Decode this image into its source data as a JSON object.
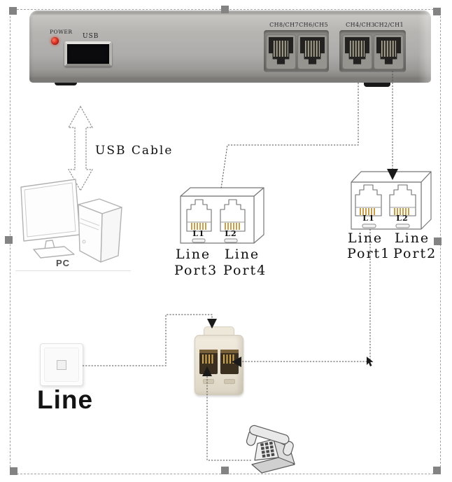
{
  "recorder": {
    "power_label": "POWER",
    "usb_label": "USB",
    "channel_labels": [
      "CH8/CH7",
      "CH6/CH5",
      "CH4/CH3",
      "CH2/CH1"
    ]
  },
  "usb_cable": {
    "label": "USB Cable"
  },
  "pc": {
    "label": "PC"
  },
  "splitter_mid": {
    "jack_labels": [
      "L1",
      "L2"
    ],
    "row1": [
      "Line",
      "Line"
    ],
    "row2": [
      "Port3",
      "Port4"
    ]
  },
  "splitter_right": {
    "jack_labels": [
      "L1",
      "L2"
    ],
    "row1": [
      "Line",
      "Line"
    ],
    "row2": [
      "Port1",
      "Port2"
    ]
  },
  "wall_jack": {
    "label": "Line"
  },
  "icons": {
    "usb_cable_arrow_icon": "double-headed vertical outline arrow",
    "pc_icon": "desktop computer with monitor and tower, line art",
    "telephone_icon": "desk telephone clip art",
    "mouse_cursor_icon": "pointer arrow",
    "splitter_adapter_icon": "RJ11 one-to-two splitter adapter photo",
    "wall_socket_icon": "telephone wall socket plate"
  },
  "colors": {
    "device_body": "#b2b0ad",
    "power_led": "#d42b1f",
    "rj11_pin_gold": "#c79f4a",
    "adapter_beige": "#e9e3d5",
    "connection_line": "#4d4d4d",
    "selection_handle": "#838383"
  }
}
